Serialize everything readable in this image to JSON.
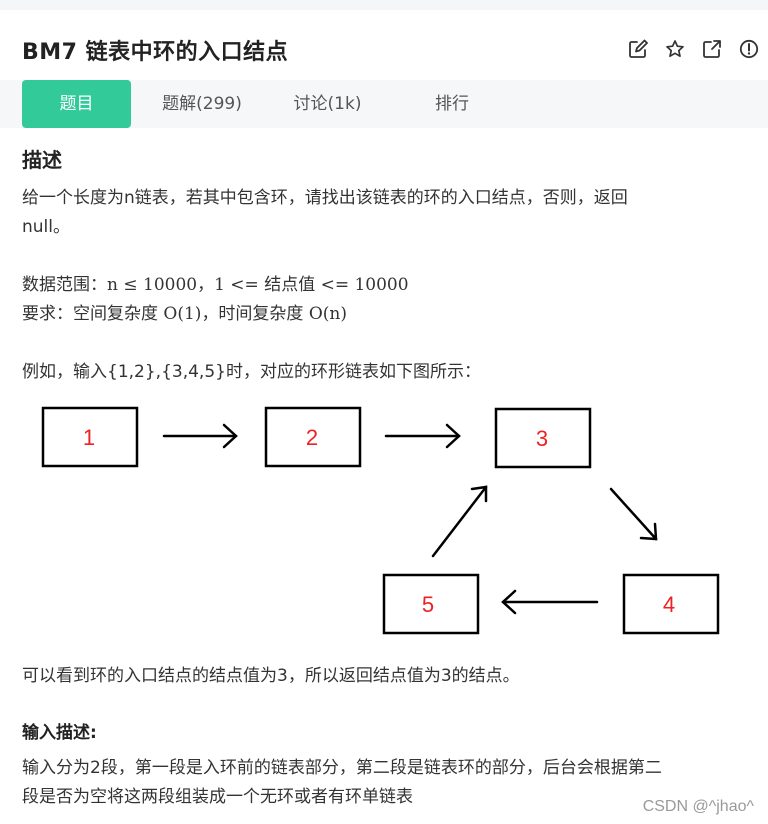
{
  "header": {
    "title": "BM7  链表中环的入口结点",
    "icons": [
      "edit-icon",
      "star-icon",
      "share-icon",
      "info-icon"
    ]
  },
  "tabs": [
    {
      "label": "题目",
      "active": true
    },
    {
      "label": "题解(299)",
      "active": false
    },
    {
      "label": "讨论(1k)",
      "active": false
    },
    {
      "label": "排行",
      "active": false
    }
  ],
  "colors": {
    "accent": "#32ca99",
    "node_label": "#ee2222"
  },
  "content": {
    "heading": "描述",
    "desc_line1": "给一个长度为n链表，若其中包含环，请找出该链表的环的入口结点，否则，返回",
    "desc_line2": "null。",
    "range_prefix": "数据范围：",
    "range_math": "n ≤ 10000，1 <= 结点值 <= 10000",
    "req_prefix": "要求：空间复杂度",
    "req_space": "O(1)",
    "req_mid": "，时间复杂度",
    "req_time": "O(n)",
    "example": "例如，输入{1,2},{3,4,5}时，对应的环形链表如下图所示：",
    "diagram_nodes": [
      "1",
      "2",
      "3",
      "4",
      "5"
    ],
    "conclusion": "可以看到环的入口结点的结点值为3，所以返回结点值为3的结点。",
    "input_heading": "输入描述:",
    "input_line1": "输入分为2段，第一段是入环前的链表部分，第二段是链表环的部分，后台会根据第二",
    "input_line2": "段是否为空将这两段组装成一个无环或者有环单链表"
  },
  "watermark": "CSDN @^jhao^"
}
